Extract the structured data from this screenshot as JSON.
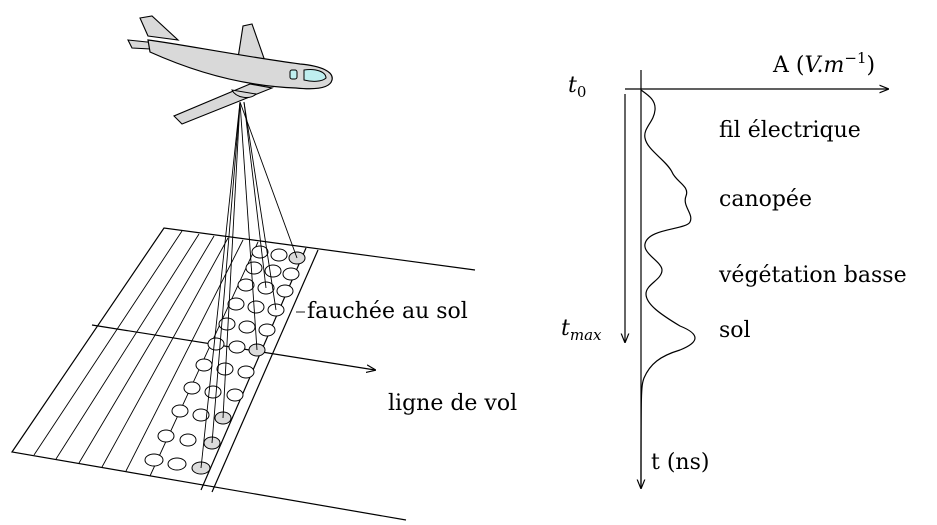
{
  "labels": {
    "swath": "fauchée au sol",
    "flight_line": "ligne de vol"
  },
  "waveform": {
    "t0_base": "t",
    "t0_sub": "0",
    "tmax_base": "t",
    "tmax_sub": "max",
    "amplitude_prefix": "A (",
    "amplitude_unit": "V.m",
    "amplitude_exp": "−1",
    "amplitude_suffix": ")",
    "time_axis": "t (ns)",
    "peaks": {
      "wire": "fil électrique",
      "canopy": "canopée",
      "low_veg": "végétation basse",
      "ground": "sol"
    }
  },
  "colors": {
    "aircraft_body": "#d9d9d9",
    "cockpit": "#bfeff0",
    "stroke": "#000000"
  }
}
